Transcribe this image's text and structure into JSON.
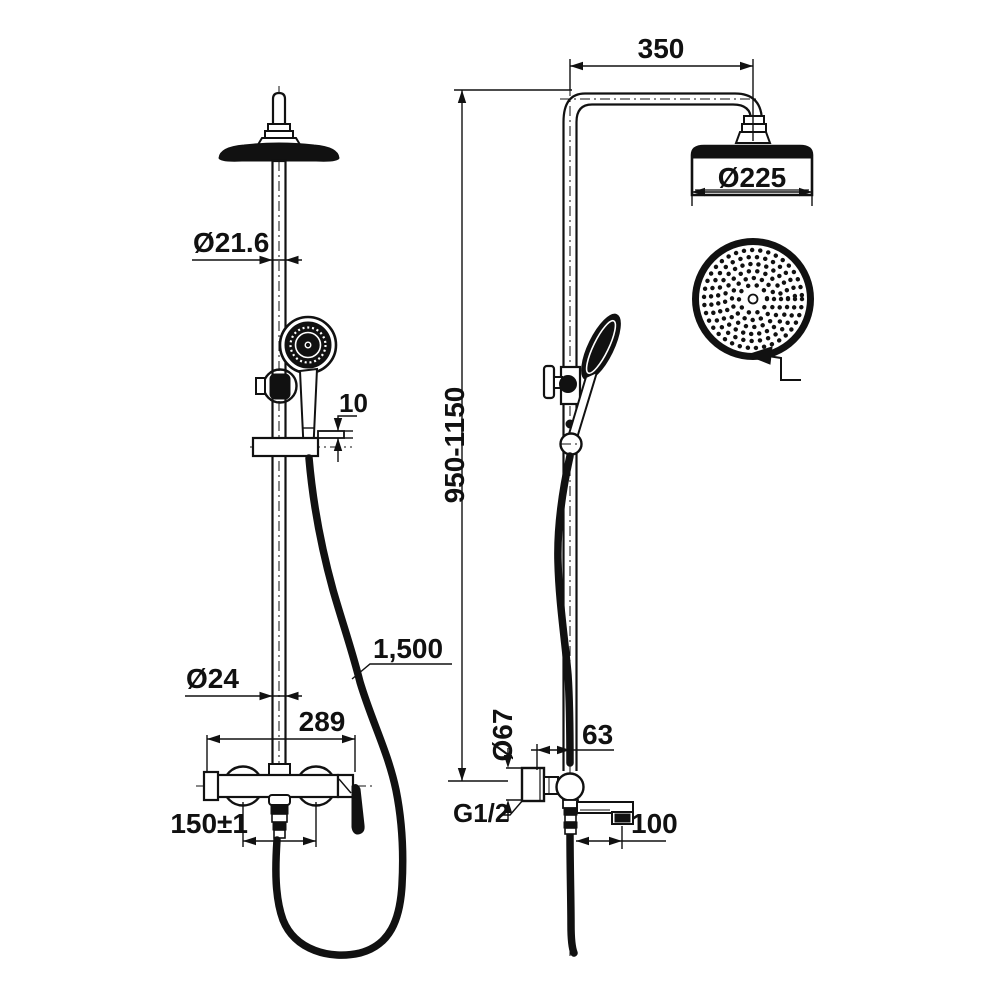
{
  "drawing": {
    "ink_color": "#111111",
    "background_color": "#ffffff"
  },
  "dims": {
    "front": {
      "upper_pipe_diameter": "Ø21.6",
      "hook_offset": "10",
      "lower_pipe_diameter": "Ø24",
      "mixer_width": "289",
      "inlet_spacing": "150±1",
      "hose_length": "1,500"
    },
    "side": {
      "arm_reach": "350",
      "head_diameter": "Ø225",
      "height_range": "950-1150",
      "escutcheon_diameter": "Ø67",
      "wall_to_center": "63",
      "thread": "G1/2",
      "spout_reach": "100"
    }
  }
}
